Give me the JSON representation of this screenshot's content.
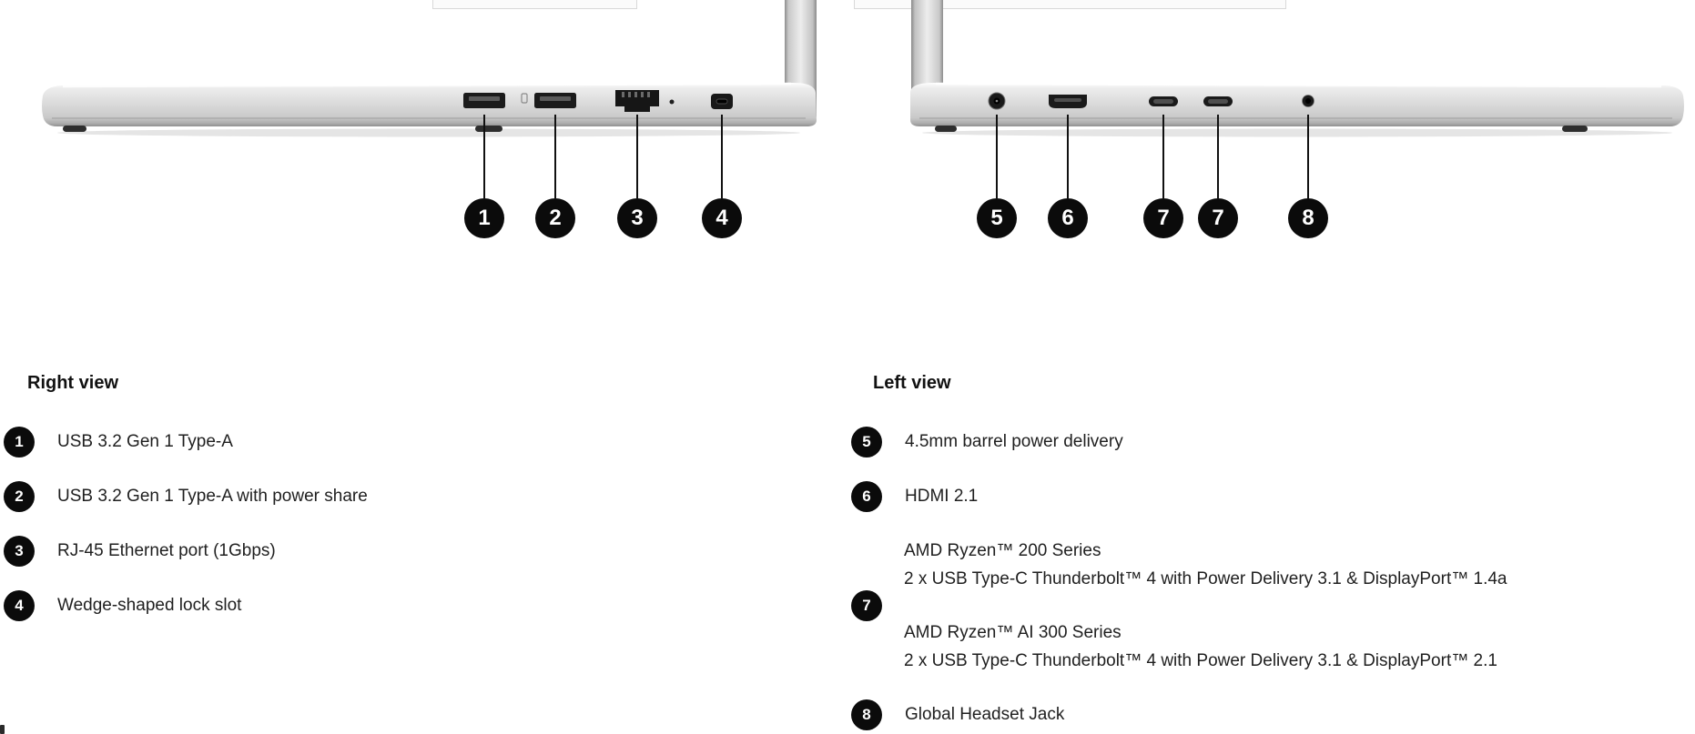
{
  "colors": {
    "callout_badge": "#0b0b0b",
    "callout_number": "#ffffff",
    "text": "#1f1f1f"
  },
  "views": {
    "right": {
      "title": "Right view",
      "image_alt": "Laptop right side profile with ports",
      "callouts": [
        "1",
        "2",
        "3",
        "4"
      ],
      "items": [
        {
          "num": "1",
          "label": "USB 3.2 Gen 1 Type-A"
        },
        {
          "num": "2",
          "label": "USB 3.2 Gen 1 Type-A with power share"
        },
        {
          "num": "3",
          "label": "RJ-45 Ethernet port (1Gbps)"
        },
        {
          "num": "4",
          "label": "Wedge-shaped lock slot"
        }
      ]
    },
    "left": {
      "title": "Left view",
      "image_alt": "Laptop left side profile with ports",
      "callouts": [
        "5",
        "6",
        "7",
        "7",
        "8"
      ],
      "items": [
        {
          "num": "5",
          "label": "4.5mm barrel power delivery"
        },
        {
          "num": "6",
          "label": "HDMI 2.1"
        },
        {
          "num": "7",
          "groups": [
            {
              "line1": "AMD Ryzen™ 200 Series",
              "line2": "2 x USB Type-C Thunderbolt™ 4 with Power Delivery 3.1 & DisplayPort™ 1.4a"
            },
            {
              "line1": "AMD Ryzen™ AI 300 Series",
              "line2": "2 x USB Type-C Thunderbolt™ 4 with Power Delivery 3.1 & DisplayPort™ 2.1"
            }
          ]
        },
        {
          "num": "8",
          "label": "Global Headset Jack"
        }
      ]
    }
  },
  "icons": {
    "right_ports": [
      "usb-a-port",
      "usb-a-powershare-port",
      "rj45-port",
      "lock-slot"
    ],
    "left_ports": [
      "barrel-power-port",
      "hdmi-port",
      "usb-c-port",
      "usb-c-port",
      "headset-jack"
    ]
  }
}
